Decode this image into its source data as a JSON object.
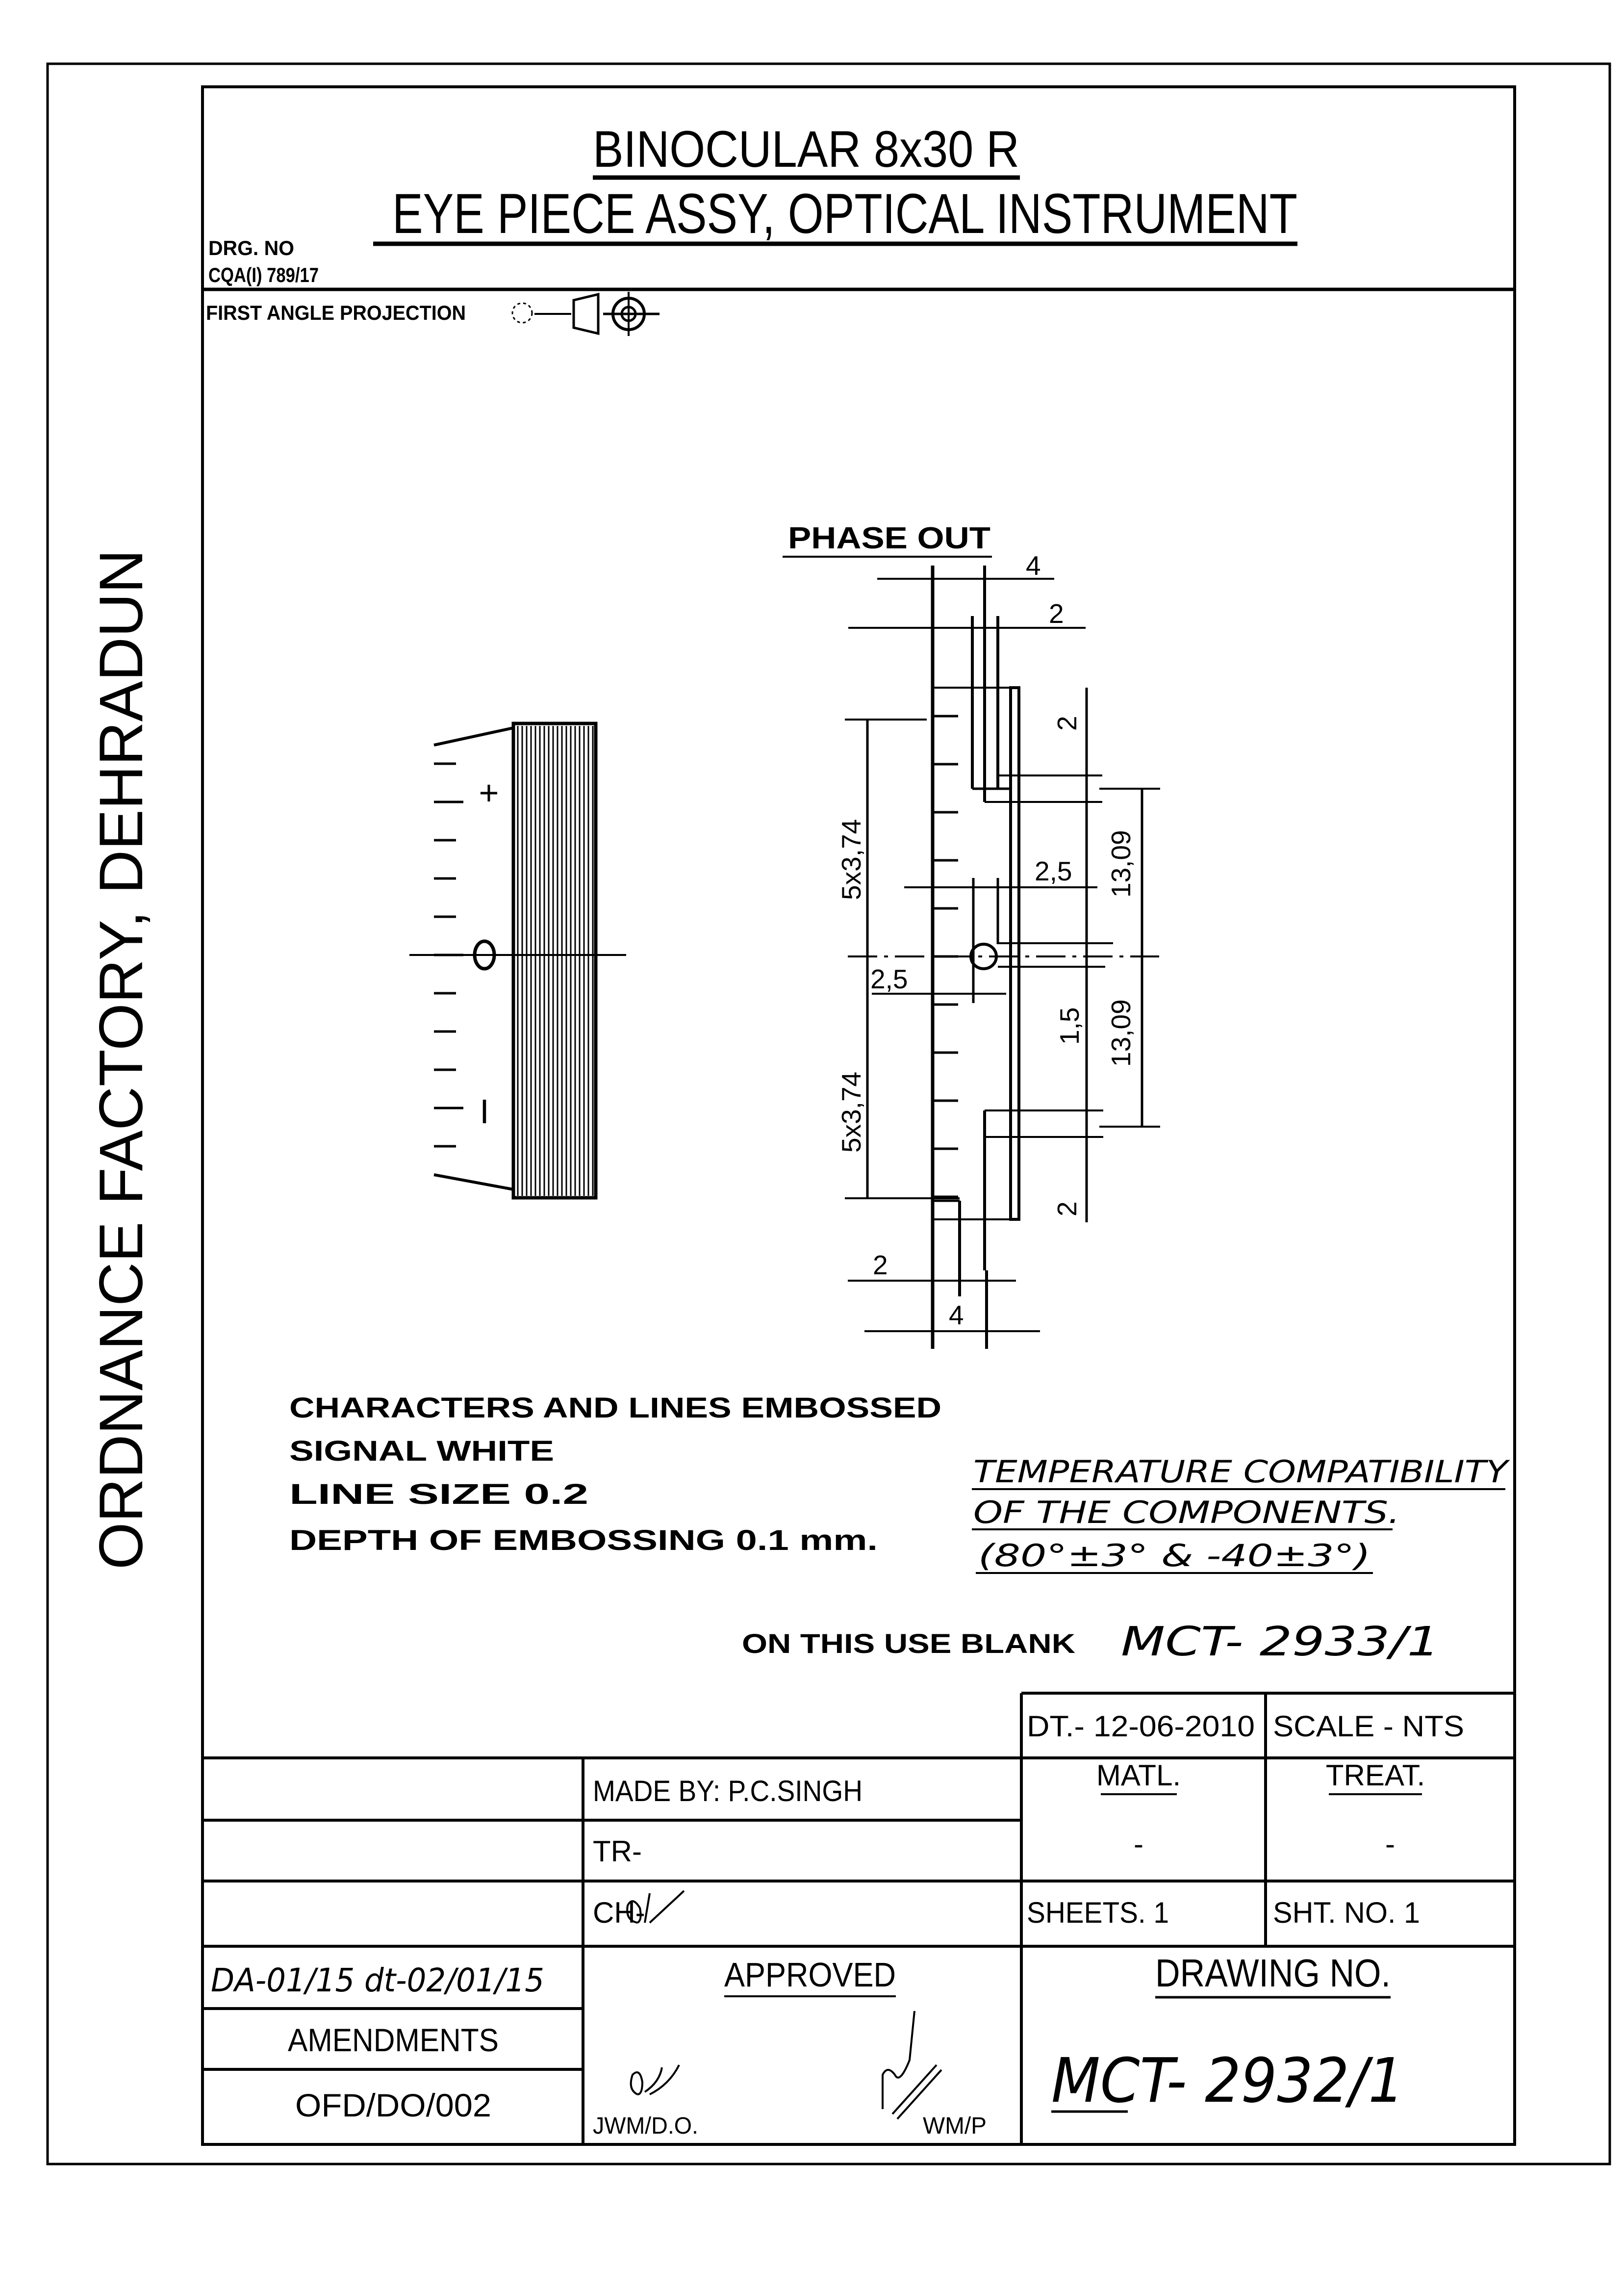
{
  "header": {
    "title_line1": "BINOCULAR 8x30 R",
    "title_line2": "EYE PIECE ASSY, OPTICAL INSTRUMENT",
    "drg_no_label": "DRG. NO",
    "drg_no_value": "CQA(I) 789/17",
    "projection": "FIRST ANGLE PROJECTION"
  },
  "side_label": "ORDNANCE FACTORY, DEHRADUN",
  "drawing": {
    "phase_out": "PHASE OUT",
    "scale_marks": {
      "plus": "+",
      "zero": "0",
      "minus": "I"
    },
    "dims": {
      "top_4": "4",
      "top_2": "2",
      "upper_2": "2",
      "right_25": "2,5",
      "left_25": "2,5",
      "dim_15": "1,5",
      "lower_2": "2",
      "upper_1309": "13,09",
      "lower_1309": "13,09",
      "upper_5x374": "5x3,74",
      "lower_5x374": "5x3,74",
      "bottom_2": "2",
      "bottom_4": "4"
    }
  },
  "notes": {
    "line1": "CHARACTERS AND LINES EMBOSSED",
    "line2": "SIGNAL WHITE",
    "line3": "LINE SIZE 0.2",
    "line4": "DEPTH OF EMBOSSING 0.1 mm.",
    "temp1": "TEMPERATURE COMPATIBILITY",
    "temp2": "OF THE COMPONENTS.",
    "temp3": "(80°±3° & -40±3°)",
    "blank_label": "ON THIS USE BLANK",
    "blank_value": "MCT- 2933/1"
  },
  "title_block": {
    "date": "DT.- 12-06-2010",
    "scale": "SCALE - NTS",
    "made_by": "MADE BY: P.C.SINGH",
    "matl_label": "MATL.",
    "treat_label": "TREAT.",
    "matl_value": "-",
    "treat_value": "-",
    "tr": "TR-",
    "ch": "CH-",
    "sheets": "SHEETS. 1",
    "sht_no": "SHT. NO. 1",
    "amendment_entry": "DA-01/15 dt-02/01/15",
    "amendments_label": "AMENDMENTS",
    "form_no": "OFD/DO/002",
    "approved_label": "APPROVED",
    "jwm": "JWM/D.O.",
    "wmp": "WM/P",
    "drawing_no_label": "DRAWING NO.",
    "drawing_no": "MCT- 2932/1"
  }
}
